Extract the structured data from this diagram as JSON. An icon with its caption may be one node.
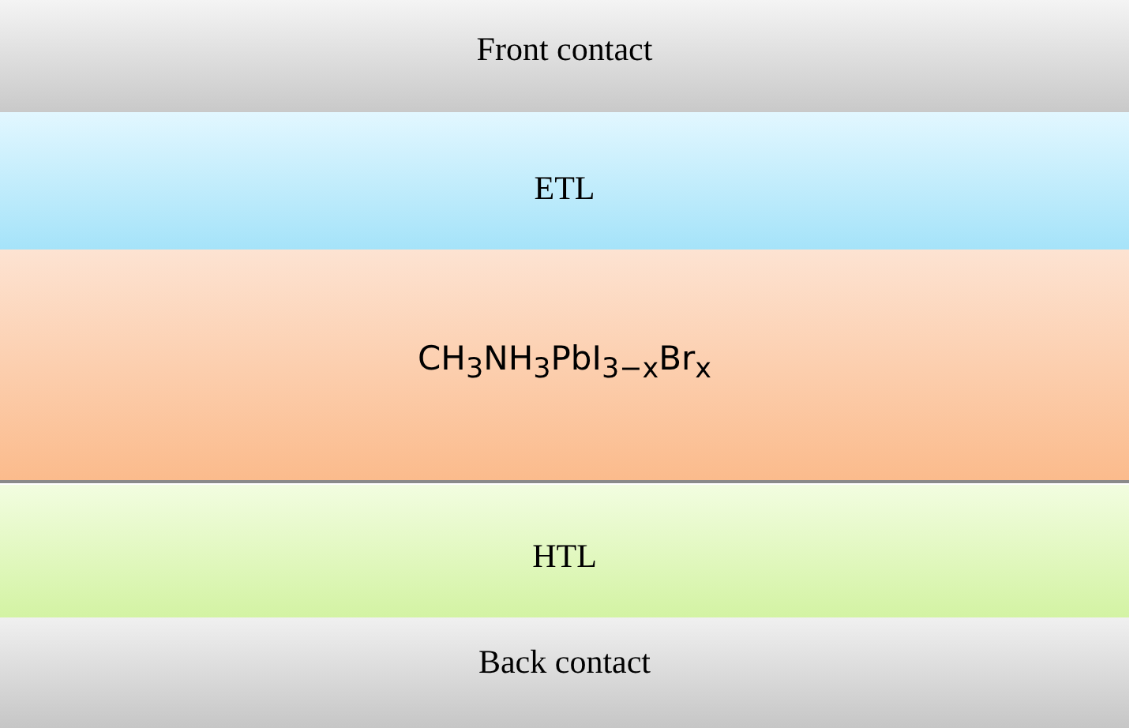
{
  "diagram": {
    "nodes": [
      {
        "text": [
          "Front contact"
        ]
      },
      {
        "text": [
          "ETL"
        ]
      },
      {
        "text": [
          "CH$_{3}$NH$_{3}$PbI$_{3−x}$Br$_{x}$"
        ]
      },
      {
        "text": [
          "HTL"
        ]
      },
      {
        "text": [
          "Back contact"
        ]
      }
    ]
  }
}
